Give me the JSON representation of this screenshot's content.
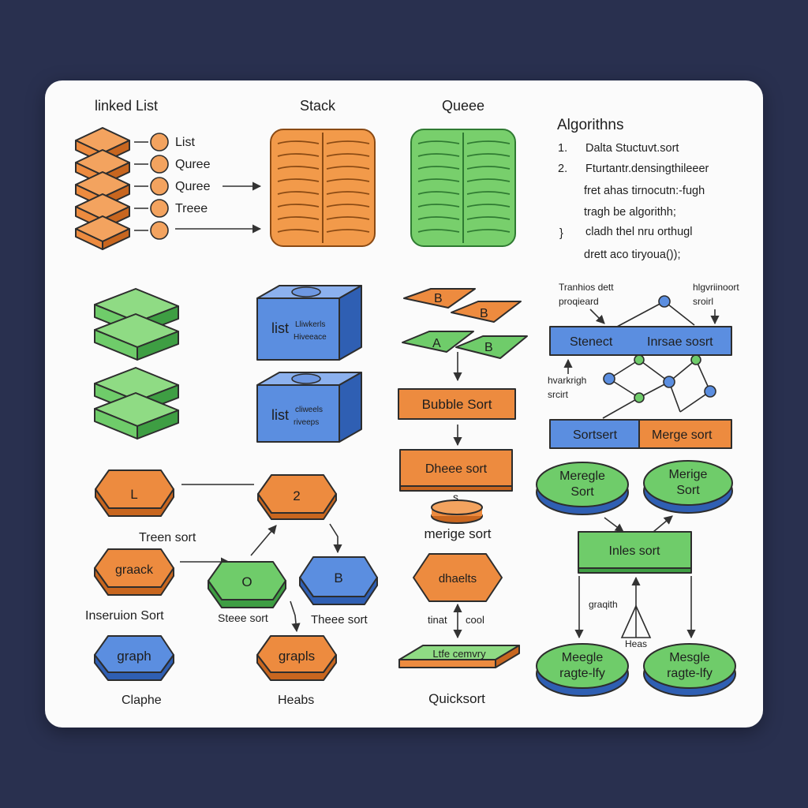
{
  "colors": {
    "background": "#29304f",
    "card": "#fbfbfb",
    "orange": "#ed8b3f",
    "orange_dark": "#c8661f",
    "green": "#6fcc6a",
    "green_dark": "#3e9e43",
    "blue": "#5b8ee0",
    "blue_dark": "#2f5fb3"
  },
  "titles": {
    "linked_list": "linked List",
    "stack": "Stack",
    "queue": "Queee",
    "algorithms": "Algorithns"
  },
  "linked_list_items": [
    "List",
    "Quree",
    "Quree",
    "Treee"
  ],
  "algorithms_list": {
    "num1": "1.",
    "item1": "Dalta Stuctuvt.sort",
    "num2": "2.",
    "item2_line1": "Fturtantr.densingthileeer",
    "item2_line2": "fret ahas tirnocutn:-fugh",
    "item2_line3": "tragh be algorithh;",
    "brace": "}",
    "item3_line1": "cladh thel nru orthugl",
    "item3_line2": "drett aco tiryoua());"
  },
  "cubes": {
    "cube1_label": "list",
    "cube1_sub1": "Lliwkerls",
    "cube1_sub2": "Hiveeace",
    "cube2_label": "list",
    "cube2_sub1": "cliweels",
    "cube2_sub2": "riveeps"
  },
  "diamonds": {
    "b1": "B",
    "b2": "B",
    "a": "A",
    "b3": "B"
  },
  "middle_flow": {
    "bubble_sort": "Bubble Sort",
    "dhee_sort": "Dheee sort",
    "squiggle": "s",
    "merige_sort": "merige sort",
    "dhaelts": "dhaelts",
    "tinat": "tinat",
    "cool": "cool",
    "life_cemvry": "Ltfe cemvry",
    "quicksort": "Quicksort"
  },
  "hexagons": {
    "l": "L",
    "two": "2",
    "treen_sort": "Treen sort",
    "graack": "graack",
    "insertion_sort": "Inseruion Sort",
    "o": "O",
    "b": "B",
    "steee_sort": "Steee sort",
    "theee_sort": "Theee sort",
    "graph": "graph",
    "graphe": "Claphe",
    "grapls": "grapls",
    "heabs": "Heabs"
  },
  "graph_panel": {
    "note_left_line1": "Tranhios dett",
    "note_left_line2": "proqieard",
    "note_right_line1": "hlgvriinoort",
    "note_right_line2": "sroirl",
    "bar1_left": "Stenect",
    "bar1_right": "Inrsae sosrt",
    "side_note_line1": "hvarkrigh",
    "side_note_line2": "srcirt",
    "bar2_left": "Sortsert",
    "bar2_right": "Merge sort"
  },
  "merge_panel": {
    "top_left_line1": "Meregle",
    "top_left_line2": "Sort",
    "top_right_line1": "Merige",
    "top_right_line2": "Sort",
    "center": "Inles sort",
    "graqith": "graqith",
    "heas": "Heas",
    "bottom_left_line1": "Meegle",
    "bottom_left_line2": "ragte-lfy",
    "bottom_right_line1": "Mesgle",
    "bottom_right_line2": "ragte-lfy"
  }
}
